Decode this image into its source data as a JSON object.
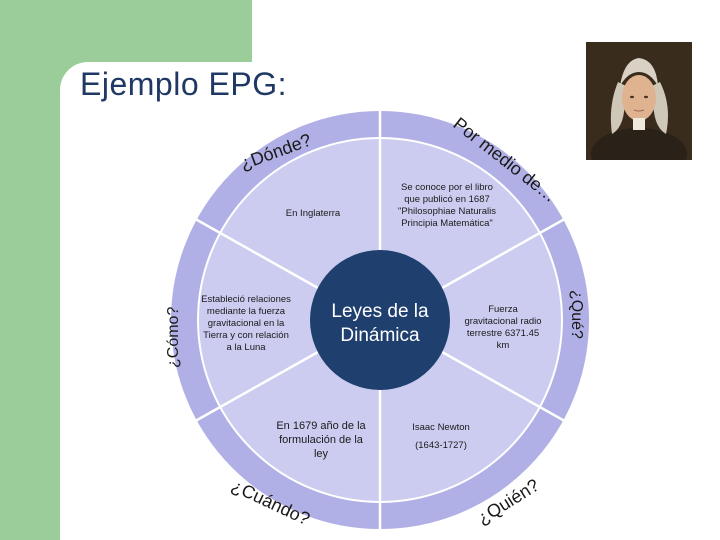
{
  "title": "Ejemplo EPG:",
  "center": {
    "line1": "Leyes de la",
    "line2": "Dinámica"
  },
  "labels": {
    "donde": "¿Dónde?",
    "por_medio": "Por medio de…",
    "como": "¿Cómo?",
    "que": "¿Qué?",
    "cuando": "¿Cuándo?",
    "quien": "¿Quién?"
  },
  "segments": {
    "donde_text": "En Inglaterra",
    "por_medio_text": "Se conoce por el libro que publicó en 1687 \"Philosophiae Naturalis Principia Matemática\"",
    "como_text": "Estableció relaciones mediante la fuerza gravitacional en la Tierra y con relación a la Luna",
    "que_text": "Fuerza gravitacional radio terrestre 6371.45 km",
    "cuando_text": "En 1679 año de la formulación de la ley",
    "quien_name": "Isaac Newton",
    "quien_years": "(1643-1727)"
  },
  "colors": {
    "outer_ring": "#b0b0e6",
    "inner_fill": "#ccccf0",
    "hub": "#1f3f6e",
    "title": "#1f3864",
    "background_accent": "#9acd9a"
  },
  "portrait": "isaac-newton-portrait"
}
